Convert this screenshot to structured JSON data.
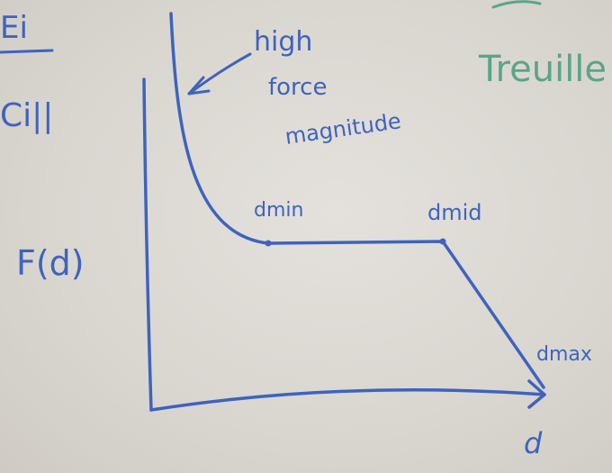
{
  "board": {
    "marker_blue": "#3f63bd",
    "marker_green": "#5aa58a",
    "left_fragments": {
      "top": "Ei",
      "bottom": "Ci||"
    },
    "y_label": "F(d)",
    "x_label": "d",
    "annotation": {
      "line1": "high",
      "line2": "force",
      "line3": "magnitude"
    },
    "points": {
      "dmin": "dmin",
      "dmid": "dmid",
      "dmax": "dmax"
    },
    "green_text": "Treuille"
  }
}
